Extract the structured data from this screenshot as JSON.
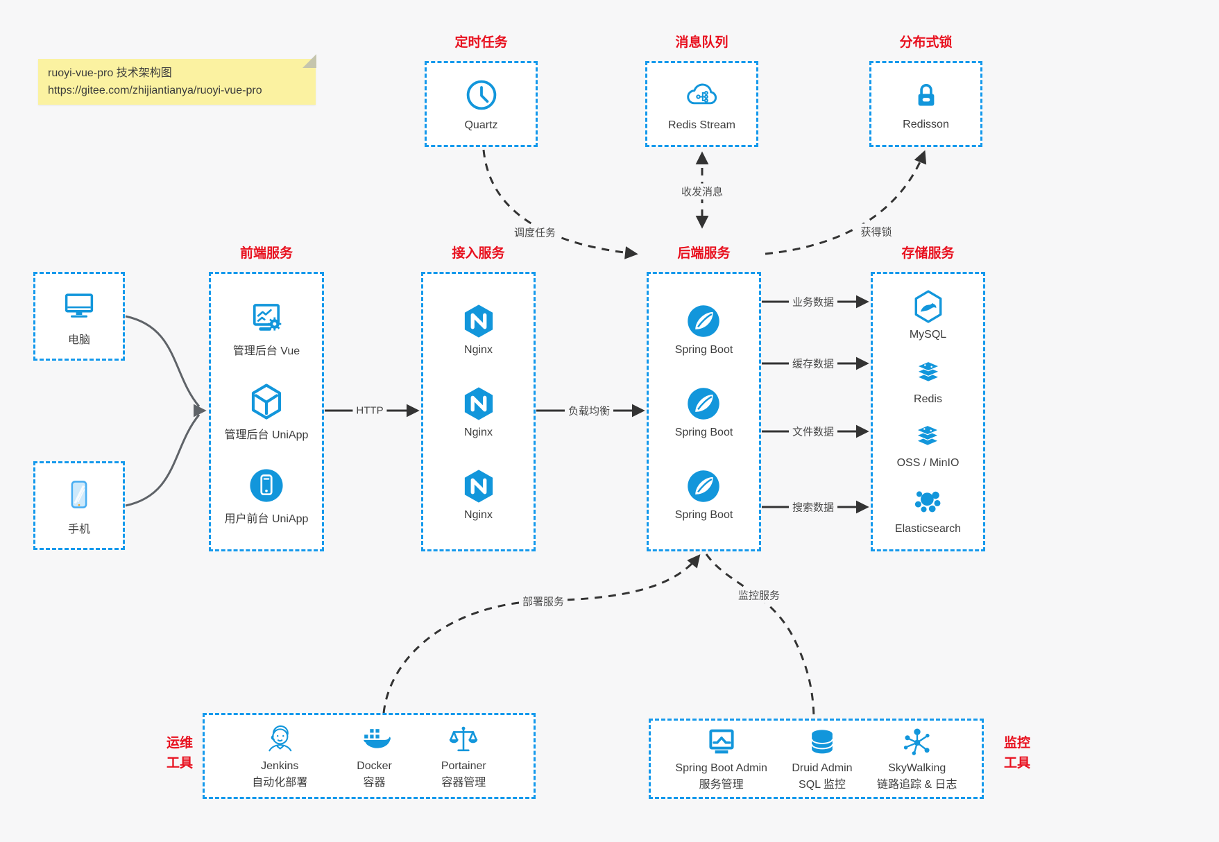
{
  "colors": {
    "accent_blue": "#1499ec",
    "icon_blue": "#1296db",
    "title_red": "#e8101e",
    "note_yellow": "#fbf2a1"
  },
  "note": {
    "line1": "ruoyi-vue-pro 技术架构图",
    "line2": "https://gitee.com/zhijiantianya/ruoyi-vue-pro"
  },
  "top_groups": [
    {
      "title": "定时任务",
      "label": "Quartz",
      "icon": "clock-icon"
    },
    {
      "title": "消息队列",
      "label": "Redis Stream",
      "icon": "cloud-stream-icon"
    },
    {
      "title": "分布式锁",
      "label": "Redisson",
      "icon": "lock-icon"
    }
  ],
  "clients": [
    {
      "label": "电脑",
      "icon": "desktop-icon"
    },
    {
      "label": "手机",
      "icon": "phone-icon"
    }
  ],
  "columns": [
    {
      "title": "前端服务",
      "items": [
        {
          "label": "管理后台 Vue",
          "icon": "admin-vue-icon"
        },
        {
          "label": "管理后台 UniApp",
          "icon": "uniapp-cube-icon"
        },
        {
          "label": "用户前台 UniApp",
          "icon": "user-app-icon"
        }
      ]
    },
    {
      "title": "接入服务",
      "items": [
        {
          "label": "Nginx",
          "icon": "nginx-icon"
        },
        {
          "label": "Nginx",
          "icon": "nginx-icon"
        },
        {
          "label": "Nginx",
          "icon": "nginx-icon"
        }
      ]
    },
    {
      "title": "后端服务",
      "items": [
        {
          "label": "Spring Boot",
          "icon": "spring-icon"
        },
        {
          "label": "Spring Boot",
          "icon": "spring-icon"
        },
        {
          "label": "Spring Boot",
          "icon": "spring-icon"
        }
      ]
    },
    {
      "title": "存储服务",
      "items": [
        {
          "label": "MySQL",
          "icon": "mysql-icon"
        },
        {
          "label": "Redis",
          "icon": "redis-stack-icon"
        },
        {
          "label": "OSS / MinIO",
          "icon": "oss-stack-icon"
        },
        {
          "label": "Elasticsearch",
          "icon": "elasticsearch-icon"
        }
      ]
    }
  ],
  "edges": {
    "http": "HTTP",
    "load_balance": "负载均衡",
    "biz_data": "业务数据",
    "cache_data": "缓存数据",
    "file_data": "文件数据",
    "search_data": "搜索数据",
    "schedule": "调度任务",
    "message": "收发消息",
    "get_lock": "获得锁",
    "deploy": "部署服务",
    "monitor": "监控服务"
  },
  "ops_tools": {
    "side_label_line1": "运维",
    "side_label_line2": "工具",
    "items": [
      {
        "name": "Jenkins",
        "desc": "自动化部署",
        "icon": "jenkins-icon"
      },
      {
        "name": "Docker",
        "desc": "容器",
        "icon": "docker-icon"
      },
      {
        "name": "Portainer",
        "desc": "容器管理",
        "icon": "portainer-icon"
      }
    ]
  },
  "monitor_tools": {
    "side_label_line1": "监控",
    "side_label_line2": "工具",
    "items": [
      {
        "name": "Spring Boot Admin",
        "desc": "服务管理",
        "icon": "spring-boot-admin-icon"
      },
      {
        "name": "Druid Admin",
        "desc": "SQL 监控",
        "icon": "druid-database-icon"
      },
      {
        "name": "SkyWalking",
        "desc": "链路追踪 & 日志",
        "icon": "skywalking-icon"
      }
    ]
  }
}
